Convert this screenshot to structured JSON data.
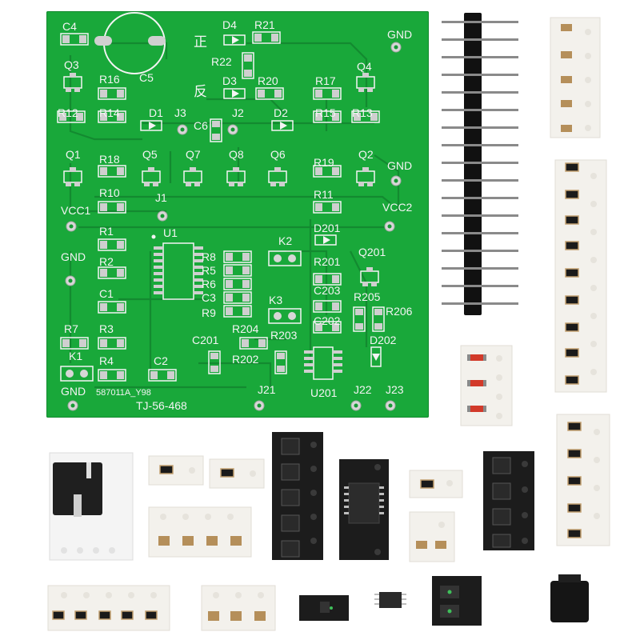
{
  "colors": {
    "board": "#19a83a",
    "silkscreen": "#f4f4f4",
    "pad": "#c9c9c9",
    "tape_white": "#f3f1ec",
    "tape_black": "#1c1c1c",
    "resistor_body": "#1a1a1a",
    "capacitor_body": "#b58f5a",
    "diode_red": "#d23a2a"
  },
  "board": {
    "labels": {
      "C4": "C4",
      "C5": "C5",
      "D4": "D4",
      "R21": "R21",
      "zheng": "正",
      "GND_tr": "GND",
      "Q3": "Q3",
      "R22": "R22",
      "Q4": "Q4",
      "fan": "反",
      "D3": "D3",
      "R20": "R20",
      "R16": "R16",
      "R17": "R17",
      "R12": "R12",
      "R14": "R14",
      "D1": "D1",
      "J3": "J3",
      "C6": "C6",
      "J2": "J2",
      "D2": "D2",
      "R15": "R15",
      "R13": "R13",
      "Q1": "Q1",
      "R18": "R18",
      "Q5": "Q5",
      "Q7": "Q7",
      "Q8": "Q8",
      "Q6": "Q6",
      "R19": "R19",
      "Q2": "Q2",
      "GND_r": "GND",
      "R10": "R10",
      "J1": "J1",
      "R11": "R11",
      "VCC1": "VCC1",
      "VCC2": "VCC2",
      "D201": "D201",
      "R1": "R1",
      "U1": "U1",
      "K2": "K2",
      "GND_l": "GND",
      "R2": "R2",
      "R8": "R8",
      "R5": "R5",
      "R6": "R6",
      "R201": "R201",
      "Q201": "Q201",
      "C1": "C1",
      "C3": "C3",
      "C203": "C203",
      "R205": "R205",
      "R206": "R206",
      "R9": "R9",
      "K3": "K3",
      "R7": "R7",
      "R3": "R3",
      "C202": "C202",
      "R204": "R204",
      "C201": "C201",
      "R203": "R203",
      "D202": "D202",
      "K1": "K1",
      "R4": "R4",
      "C2": "C2",
      "R202": "R202",
      "GND_bl": "GND",
      "code": "587011A_Y98",
      "J21": "J21",
      "U201": "U201",
      "J22": "J22",
      "J23": "J23",
      "model": "TJ-56-468"
    }
  },
  "icons": {
    "pcb": "printed-circuit-board",
    "header": "pin-header-strip",
    "tape": "component-tape-strip"
  }
}
